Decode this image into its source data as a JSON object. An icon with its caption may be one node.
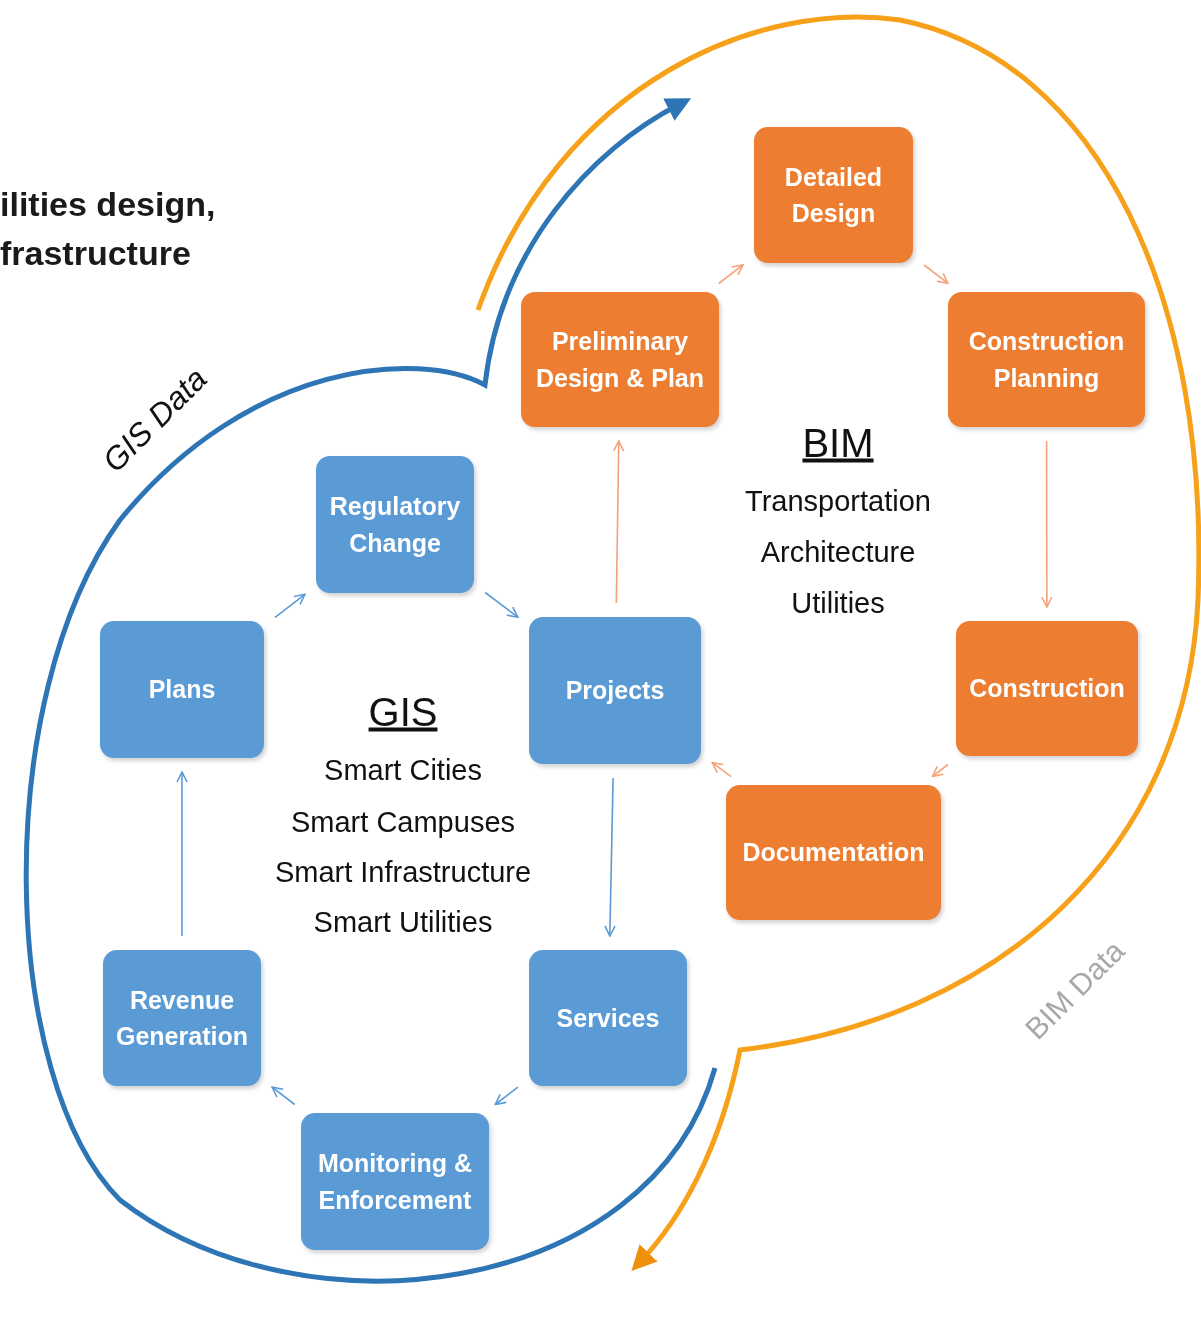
{
  "diagram": {
    "nodes": [
      {
        "text": [
          "Regulatory Change"
        ]
      },
      {
        "text": [
          "Plans"
        ]
      },
      {
        "text": [
          "Projects"
        ]
      },
      {
        "text": [
          "Revenue Generation"
        ]
      },
      {
        "text": [
          "Services"
        ]
      },
      {
        "text": [
          "Monitoring & Enforcement"
        ]
      },
      {
        "text": [
          "Preliminary Design & Plan"
        ]
      },
      {
        "text": [
          "Detailed Design"
        ]
      },
      {
        "text": [
          "Construction Planning"
        ]
      },
      {
        "text": [
          "Construction"
        ]
      },
      {
        "text": [
          "Documentation"
        ]
      }
    ],
    "edges": [
      {
        "from": 1,
        "to": 0,
        "arrow": "to"
      },
      {
        "from": 0,
        "to": 2,
        "arrow": "to"
      },
      {
        "from": 2,
        "to": 4,
        "arrow": "to"
      },
      {
        "from": 4,
        "to": 5,
        "arrow": "to"
      },
      {
        "from": 5,
        "to": 3,
        "arrow": "to"
      },
      {
        "from": 3,
        "to": 1,
        "arrow": "to"
      },
      {
        "from": 2,
        "to": 6,
        "arrow": "to",
        "color": "#f4a27a"
      },
      {
        "from": 6,
        "to": 7,
        "arrow": "to",
        "color": "#f4a27a"
      },
      {
        "from": 7,
        "to": 8,
        "arrow": "to",
        "color": "#f4a27a"
      },
      {
        "from": 8,
        "to": 9,
        "arrow": "to",
        "color": "#f4a27a"
      },
      {
        "from": 9,
        "to": 10,
        "arrow": "to",
        "color": "#f4a27a"
      },
      {
        "from": 10,
        "to": 2,
        "arrow": "to",
        "color": "#f4a27a"
      }
    ],
    "labels": [
      "ilities design, frastructure",
      "GIS Data",
      "BIM Data",
      "GIS",
      "Smart Cities",
      "Smart Campuses",
      "Smart Infrastructure",
      "Smart Utilities",
      "BIM",
      "Transportation",
      "Architecture",
      "Utilities"
    ]
  }
}
